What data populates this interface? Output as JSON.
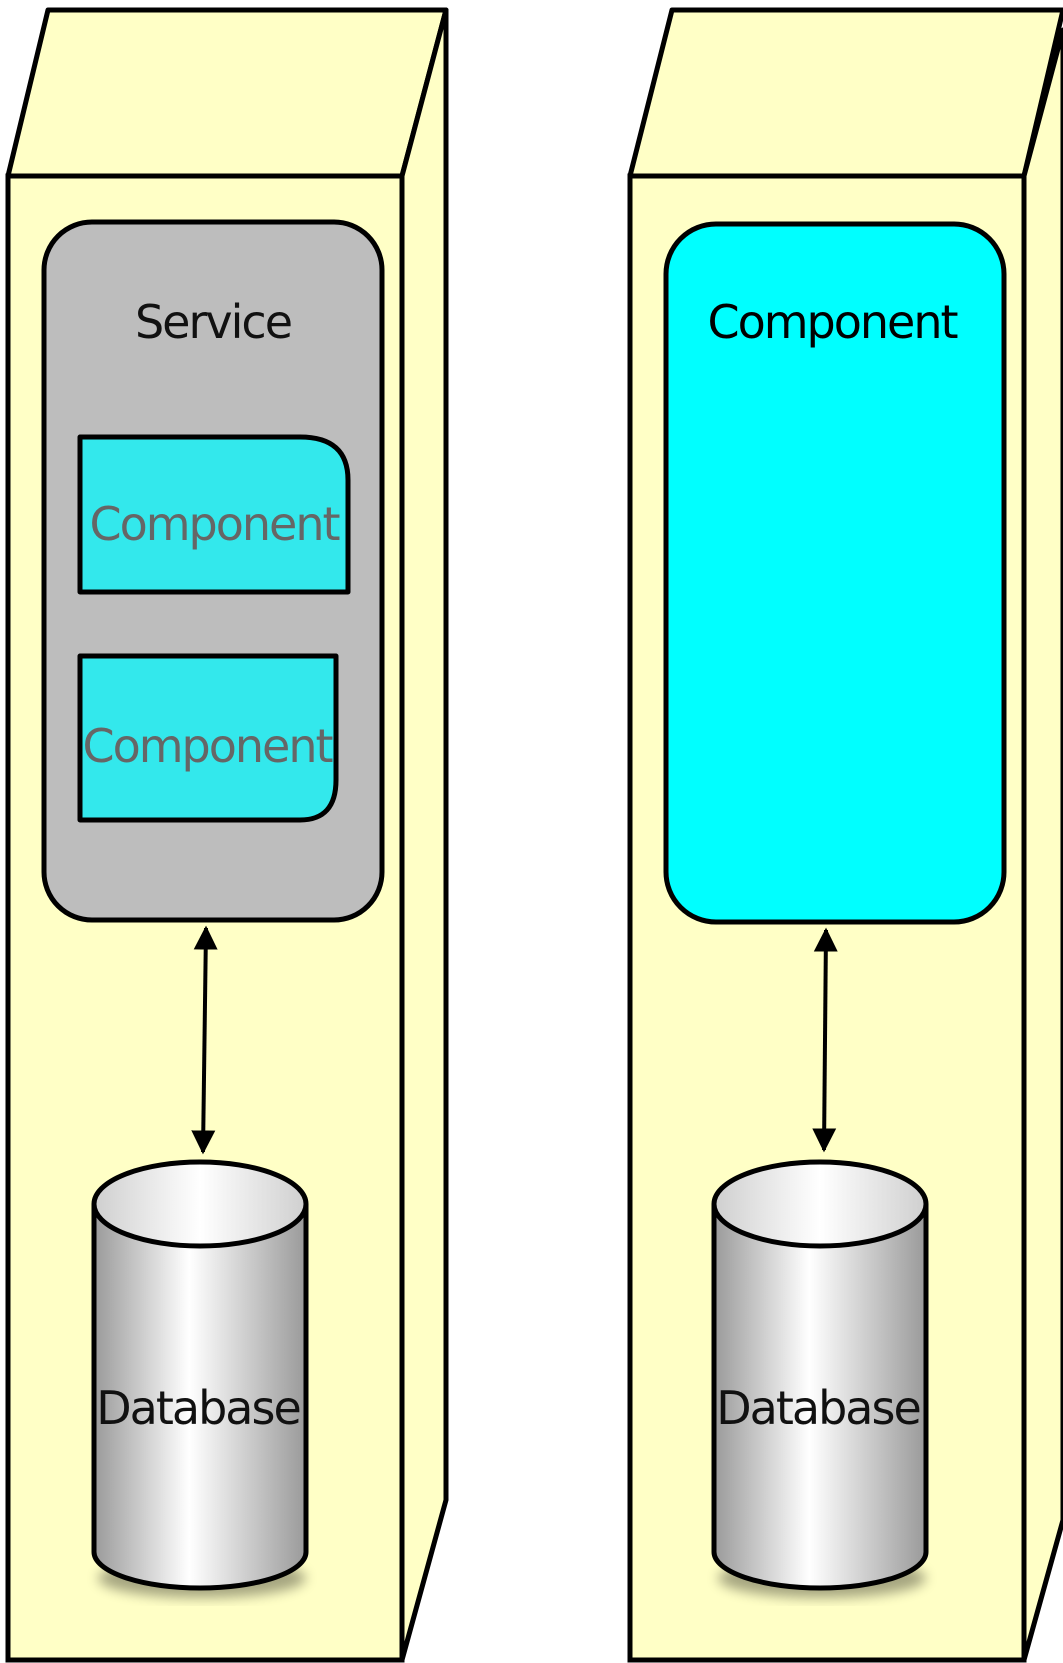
{
  "diagram": {
    "left_node": {
      "service": {
        "label": "Service",
        "components": [
          {
            "label": "Component"
          },
          {
            "label": "Component"
          }
        ]
      },
      "database": {
        "label": "Database"
      }
    },
    "right_node": {
      "component": {
        "label": "Component"
      },
      "database": {
        "label": "Database"
      }
    },
    "colors": {
      "node_fill": "#FFFFC6",
      "service_fill": "#BDBDBD",
      "component_fill": "#33E8EC",
      "big_component_fill": "#00FFFF",
      "stroke": "#000000"
    }
  }
}
